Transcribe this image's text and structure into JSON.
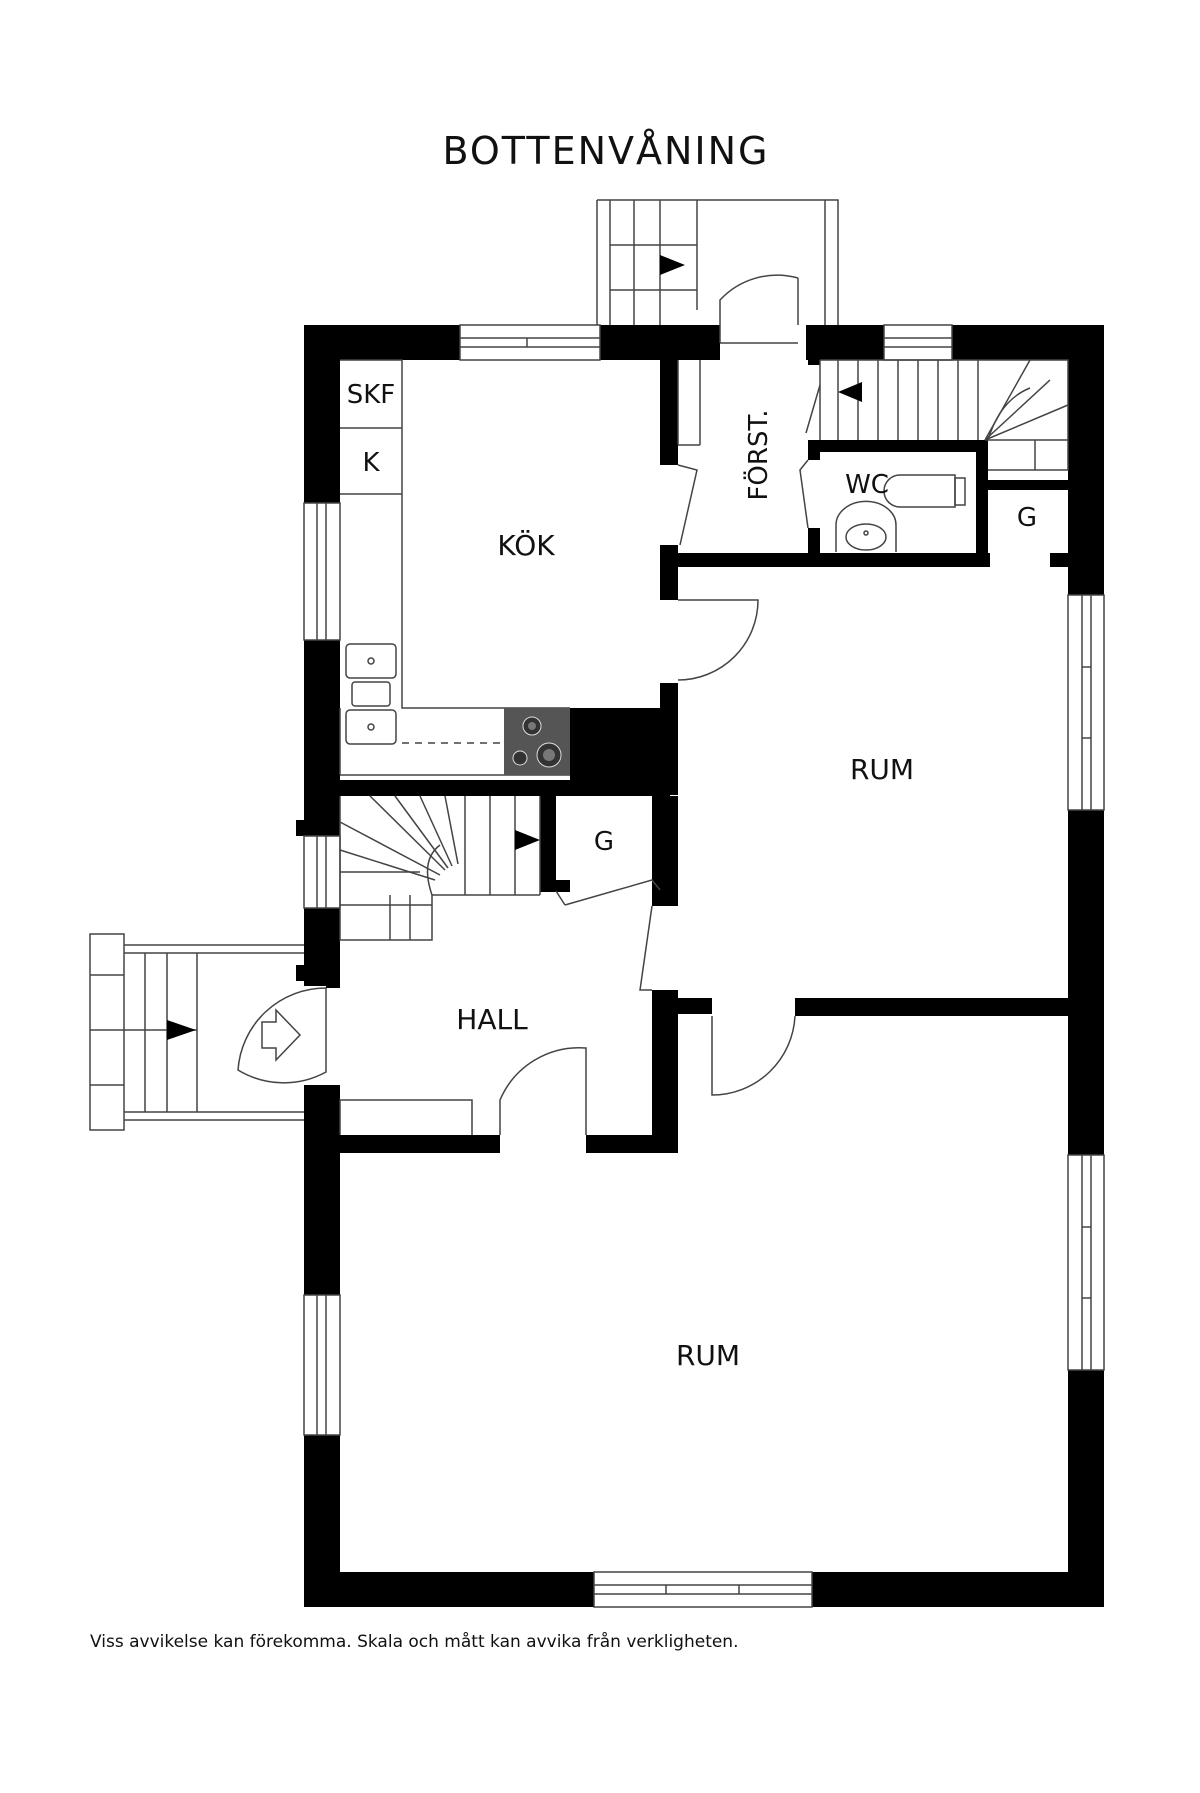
{
  "title": "BOTTENVÅNING",
  "rooms": {
    "skf": "SKF",
    "k": "K",
    "kok": "KÖK",
    "forst": "FÖRST.",
    "wc": "WC",
    "g_upper": "G",
    "rum_upper": "RUM",
    "g_stair": "G",
    "hall": "HALL",
    "rum_lower": "RUM"
  },
  "disclaimer": "Viss avvikelse kan förekomma. Skala och mått kan avvika från verkligheten.",
  "colors": {
    "wall": "#000000",
    "line": "#444444",
    "background": "#ffffff"
  }
}
